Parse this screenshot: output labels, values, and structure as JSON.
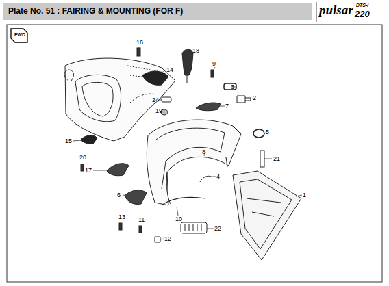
{
  "diagram": {
    "title": "Plate No. 51 : FAIRING & MOUNTING (FOR F)",
    "labels": [
      "FWD",
      "pulsar",
      "DTS-i",
      "220",
      "16",
      "18",
      "14",
      "9",
      "3",
      "2",
      "24",
      "7",
      "19",
      "5",
      "21",
      "15",
      "20",
      "8",
      "4",
      "17",
      "1",
      "6",
      "13",
      "11",
      "10",
      "22",
      "12"
    ]
  }
}
